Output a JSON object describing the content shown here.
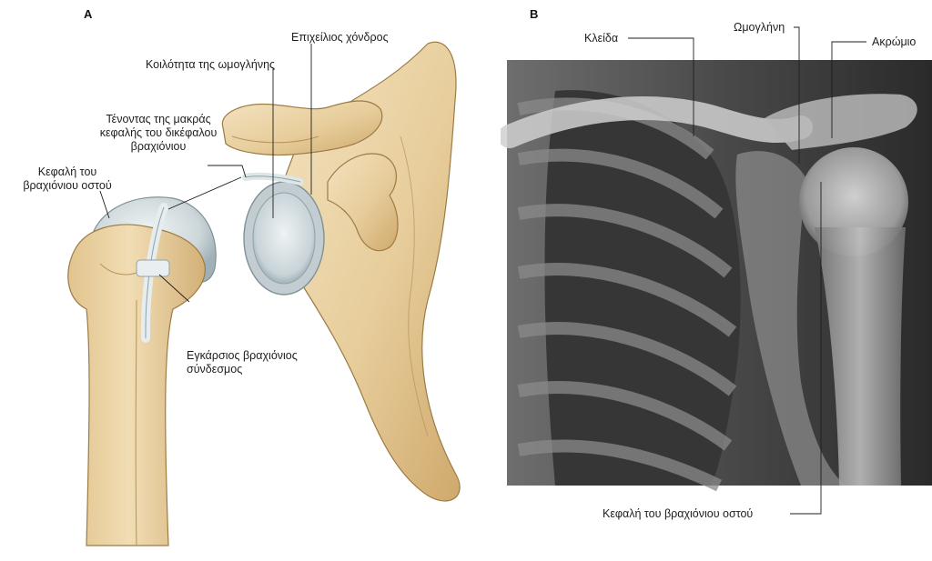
{
  "panel_a": {
    "letter": "A",
    "labels": {
      "epicheilios": "Επιχείλιος χόνδρος",
      "koilotita": "Κοιλότητα της ωμογλήνης",
      "tenontas_1": "Τένοντας της μακράς",
      "tenontas_2": "κεφαλής του δικέφαλου",
      "tenontas_3": "βραχιόνιου",
      "kefali_1": "Κεφαλή του",
      "kefali_2": "βραχιόνιου οστού",
      "egkarsios_1": "Εγκάρσιος βραχιόνιος",
      "egkarsios_2": "σύνδεσμος"
    }
  },
  "panel_b": {
    "letter": "B",
    "labels": {
      "kleida": "Κλείδα",
      "omoglini": "Ωμογλήνη",
      "akromio": "Ακρώμιο",
      "kefali": "Κεφαλή του βραχιόνιου οστού"
    }
  },
  "colors": {
    "bone": "#ead3a6",
    "bone_shadow": "#c9a56a",
    "cartilage": "#d5dde0",
    "ink": "#1e1e1e"
  }
}
